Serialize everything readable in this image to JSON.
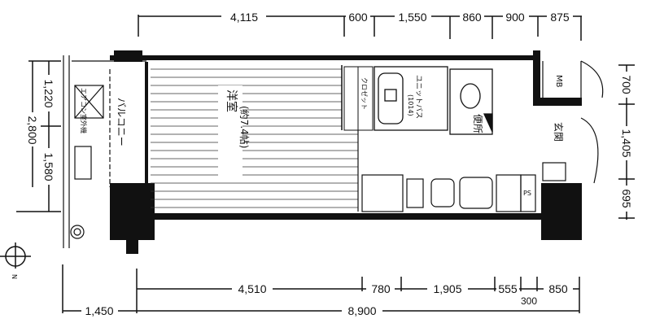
{
  "dimensions": {
    "top": [
      "4,115",
      "600",
      "1,550",
      "860",
      "900",
      "875"
    ],
    "bottom_inner": [
      "4,510",
      "780",
      "1,905",
      "555",
      "300",
      "850"
    ],
    "bottom_total": "8,900",
    "bottom_balcony": "1,450",
    "left_total": "2,800",
    "left_parts": [
      "1,220",
      "1,580"
    ],
    "right": [
      "700",
      "1,405",
      "695"
    ]
  },
  "rooms": {
    "western_room": "洋室",
    "western_room_size": "(約7.4帖)",
    "balcony": "バルコニー",
    "unit_bath": "ユニットバス",
    "unit_bath_size": "(1014)",
    "toilet": "便所",
    "entrance": "玄関",
    "meter_box": "MB",
    "pipe_space": "PS",
    "closet": "クロゼット",
    "outdoor_unit": "エアコン室外機"
  },
  "compass": {
    "north": "N"
  }
}
